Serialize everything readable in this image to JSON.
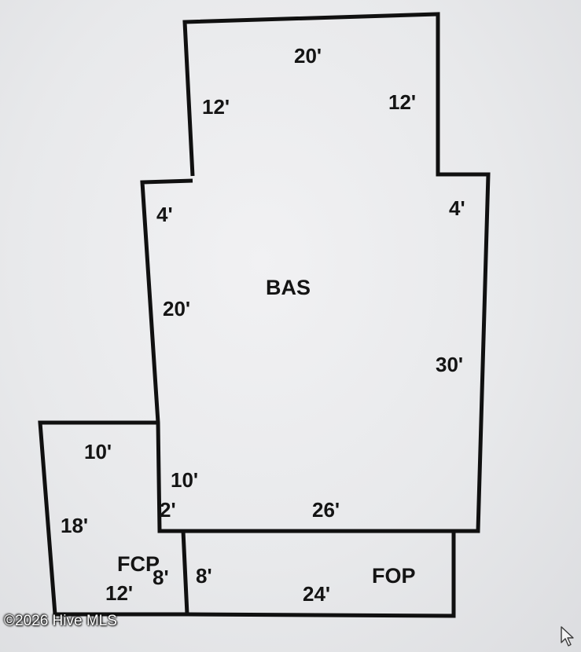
{
  "floor_plan": {
    "areas": {
      "bas": "BAS",
      "fcp": "FCP",
      "fop": "FOP"
    },
    "dimensions": {
      "bas_top": "20'",
      "bas_upper_left": "12'",
      "bas_upper_right": "12'",
      "bas_left_step": "4'",
      "bas_right_step": "4'",
      "bas_left_side": "20'",
      "bas_right_side": "30'",
      "bas_lower_left": "10'",
      "bas_notch": "2'",
      "bas_bottom": "26'",
      "fcp_top": "10'",
      "fcp_left": "18'",
      "fcp_right": "8'",
      "fcp_bottom": "12'",
      "fop_left": "8'",
      "fop_bottom": "24'"
    }
  },
  "watermark": {
    "text": "©2026 Hive MLS"
  },
  "cursor_icon": "mouse-pointer-icon"
}
